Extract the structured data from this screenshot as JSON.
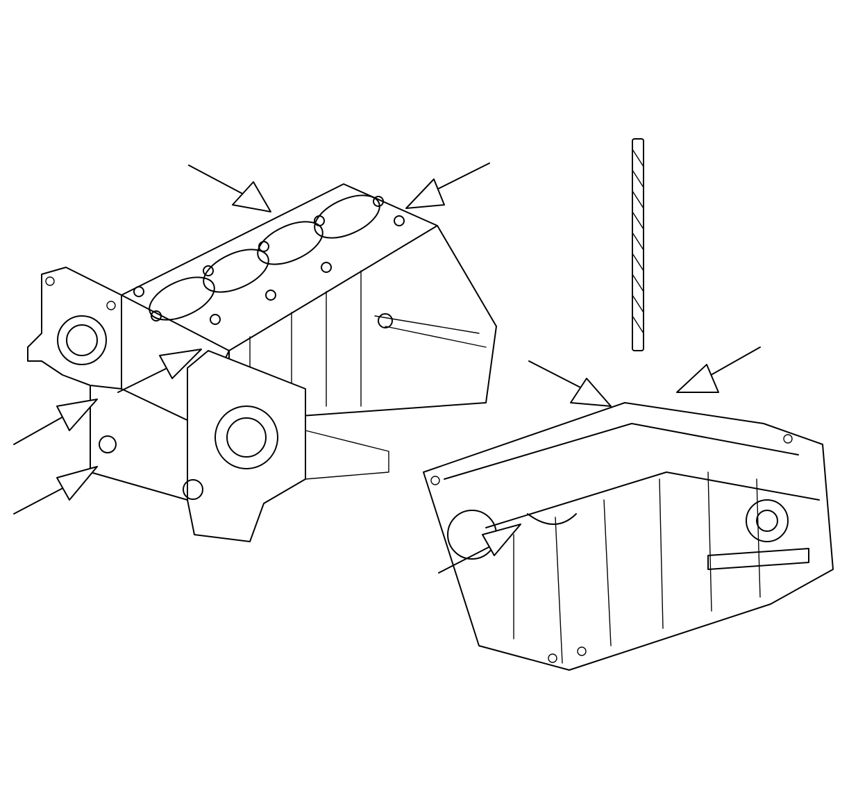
{
  "figure": {
    "line_color": "#000000",
    "background_color": "#ffffff"
  },
  "components": {
    "left_block_view": "engine-block-deck-view",
    "right_block_view": "engine-block-bottom-view",
    "tool": "straightedge-rod"
  },
  "callouts": {
    "left_block_arrow_count": 5,
    "right_block_arrow_count": 3
  }
}
